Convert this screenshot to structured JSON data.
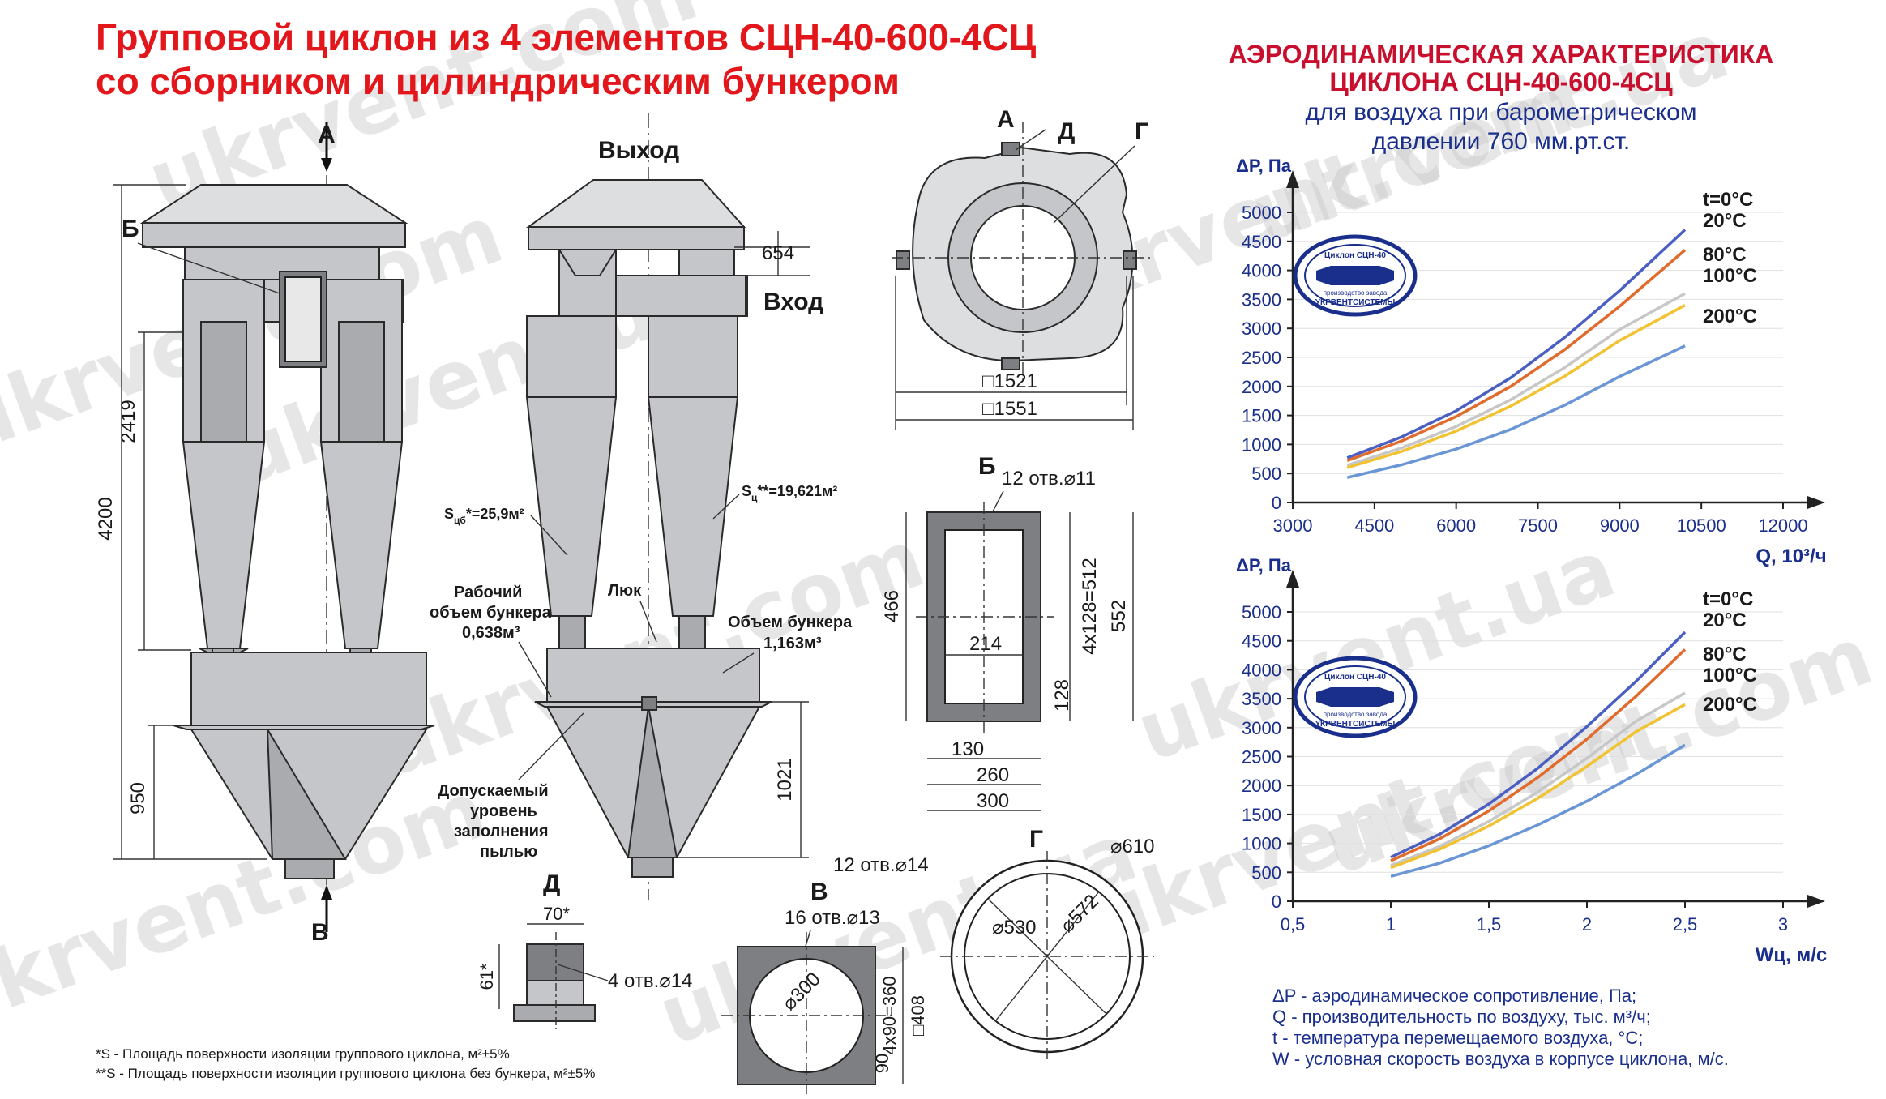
{
  "title": {
    "line1": "Групповой циклон из 4 элементов СЦН-40-600-4СЦ",
    "line2": "со сборником и цилиндрическим бункером"
  },
  "chart_header": {
    "line1": "АЭРОДИНАМИЧЕСКАЯ  ХАРАКТЕРИСТИКА",
    "line2": "ЦИКЛОНА СЦН-40-600-4СЦ",
    "line3": "для воздуха при барометрическом",
    "line4": "давлении 760 мм.рт.ст."
  },
  "watermark": "ukrvent.com",
  "watermark2": "ukrvent.ua",
  "drawing": {
    "label_A": "А",
    "label_B_cyr": "Б",
    "label_V": "В",
    "label_G": "Г",
    "label_D": "Д",
    "exit": "Выход",
    "entry": "Вход",
    "dim_4200": "4200",
    "dim_2419": "2419",
    "dim_950": "950",
    "dim_1021": "1021",
    "dim_654": "654",
    "s_cb": "S",
    "s_cb_sub": "цб",
    "s_cb_val": "*=25,9м²",
    "s_c": "S",
    "s_c_sub": "ц",
    "s_c_val": "**=19,621м²",
    "work_vol1": "Рабочий",
    "work_vol2": "объем бункера",
    "work_vol3": "0,638м³",
    "hatch": "Люк",
    "bunker_vol1": "Объем бункера",
    "bunker_vol2": "1,163м³",
    "dust1": "Допускаемый",
    "dust2": "уровень",
    "dust3": "заполнения",
    "dust4": "пылью",
    "top_1521": "□1521",
    "top_1551": "□1551",
    "b_holes": "12 отв.⌀11",
    "b_466": "466",
    "b_214": "214",
    "b_4x128": "4x128=512",
    "b_552": "552",
    "b_128": "128",
    "b_130": "130",
    "b_260": "260",
    "b_300": "300",
    "g_holes": "12 отв.⌀14",
    "g_610": "⌀610",
    "g_530": "⌀530",
    "g_572": "⌀572",
    "v_holes": "16 отв.⌀13",
    "v_300": "⌀300",
    "v_4x90": "4x90=360",
    "v_408": "□408",
    "v_90": "90",
    "d_70": "70*",
    "d_61": "61*",
    "d_holes": "4 отв.⌀14",
    "note1": "*S  - Площадь поверхности изоляции группового циклона, м²±5%",
    "note2": "**S  - Площадь поверхности изоляции группового циклона без бункера, м²±5%"
  },
  "logo": {
    "top": "Циклон СЦН-40",
    "middle": "производство завода",
    "bottom": "УКРВЕНТСИСТЕМЫ"
  },
  "legend_notes": {
    "l1": "ΔP - аэродинамическое сопротивление, Па;",
    "l2": "Q - производительность по воздуху, тыс. м³/ч;",
    "l3": "t - температура перемещаемого воздуха, °С;",
    "l4": "W  - условная скорость воздуха в корпусе циклона, м/с."
  },
  "colors": {
    "title_red": "#e3161b",
    "header_red": "#c8102e",
    "header_blue": "#1a2e8c",
    "c0": "#4a5fc1",
    "c20": "#e06b2c",
    "c80": "#c7c7c7",
    "c100": "#f1c232",
    "c200": "#6a96d6"
  },
  "chart_data": [
    {
      "type": "line",
      "ylabel": "ΔP, Па",
      "xlabel": "Q, 10³/ч",
      "xlim": [
        3000,
        12000
      ],
      "ylim": [
        0,
        5000
      ],
      "x_ticks": [
        "3000",
        "4500",
        "6000",
        "7500",
        "9000",
        "10500",
        "12000"
      ],
      "y_ticks": [
        "0",
        "500",
        "1000",
        "1500",
        "2000",
        "2500",
        "3000",
        "3500",
        "4000",
        "4500",
        "5000"
      ],
      "x": [
        4000,
        5000,
        6000,
        7000,
        8000,
        9000,
        10200
      ],
      "series": [
        {
          "name": "t=0°C",
          "color": "#4a5fc1",
          "values": [
            770,
            1130,
            1580,
            2150,
            2850,
            3650,
            4700
          ]
        },
        {
          "name": "20°C",
          "color": "#e06b2c",
          "values": [
            720,
            1060,
            1480,
            2000,
            2640,
            3380,
            4350
          ]
        },
        {
          "name": "80°C",
          "color": "#c7c7c7",
          "values": [
            640,
            940,
            1310,
            1770,
            2330,
            2980,
            3600
          ]
        },
        {
          "name": "100°C",
          "color": "#f1c232",
          "values": [
            600,
            880,
            1230,
            1660,
            2180,
            2790,
            3400
          ]
        },
        {
          "name": "200°C",
          "color": "#6a96d6",
          "values": [
            430,
            650,
            920,
            1260,
            1680,
            2170,
            2700
          ]
        }
      ]
    },
    {
      "type": "line",
      "ylabel": "ΔP, Па",
      "xlabel": "Wц, м/с",
      "xlim": [
        0.5,
        3
      ],
      "ylim": [
        0,
        5000
      ],
      "x_ticks": [
        "0,5",
        "1",
        "1,5",
        "2",
        "2,5",
        "3"
      ],
      "y_ticks": [
        "0",
        "500",
        "1000",
        "1500",
        "2000",
        "2500",
        "3000",
        "3500",
        "4000",
        "4500",
        "5000"
      ],
      "x": [
        1.0,
        1.25,
        1.5,
        1.75,
        2.0,
        2.25,
        2.5
      ],
      "series": [
        {
          "name": "t=0°C",
          "color": "#4a5fc1",
          "values": [
            760,
            1160,
            1680,
            2300,
            3020,
            3800,
            4650
          ]
        },
        {
          "name": "20°C",
          "color": "#e06b2c",
          "values": [
            700,
            1080,
            1560,
            2140,
            2800,
            3540,
            4350
          ]
        },
        {
          "name": "80°C",
          "color": "#c7c7c7",
          "values": [
            620,
            950,
            1380,
            1890,
            2470,
            3110,
            3600
          ]
        },
        {
          "name": "100°C",
          "color": "#f1c232",
          "values": [
            580,
            900,
            1300,
            1780,
            2330,
            2930,
            3400
          ]
        },
        {
          "name": "200°C",
          "color": "#6a96d6",
          "values": [
            430,
            660,
            960,
            1320,
            1730,
            2190,
            2700
          ]
        }
      ]
    }
  ]
}
